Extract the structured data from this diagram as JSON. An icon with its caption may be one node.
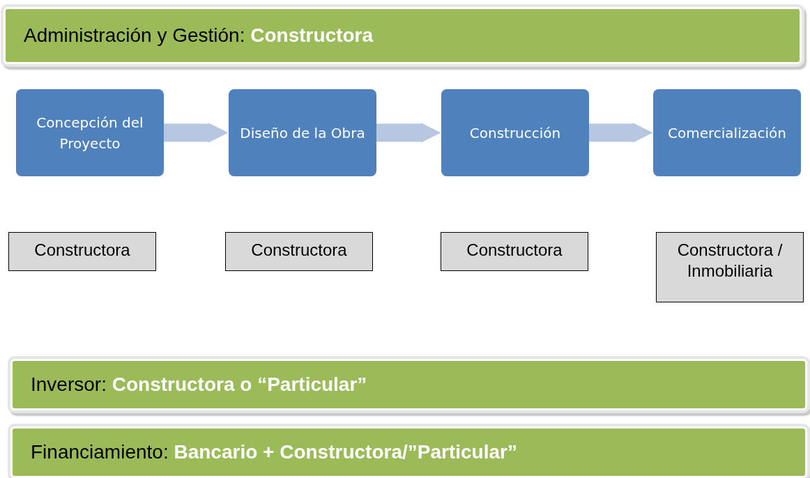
{
  "diagram": {
    "nodes": [
      {
        "text": [
          "Administración y Gestión: **Constructora**"
        ]
      },
      {
        "text": [
          "Concepción del Proyecto"
        ]
      },
      {
        "text": [
          "Diseño de la Obra"
        ]
      },
      {
        "text": [
          "Construcción"
        ]
      },
      {
        "text": [
          "Comercialización"
        ]
      },
      {
        "text": [
          "Constructora"
        ]
      },
      {
        "text": [
          "Constructora"
        ]
      },
      {
        "text": [
          "Constructora"
        ]
      },
      {
        "text": [
          "Constructora / Inmobiliaria"
        ]
      },
      {
        "text": [
          "Inversor: **Constructora o “Particular”**"
        ]
      },
      {
        "text": [
          "Financiamiento: **Bancario + Constructora/”Particular”**"
        ]
      }
    ],
    "edges": [
      {
        "from": 1,
        "to": 2,
        "arrow": "to"
      },
      {
        "from": 2,
        "to": 3,
        "arrow": "to"
      },
      {
        "from": 3,
        "to": 4,
        "arrow": "to"
      }
    ]
  }
}
